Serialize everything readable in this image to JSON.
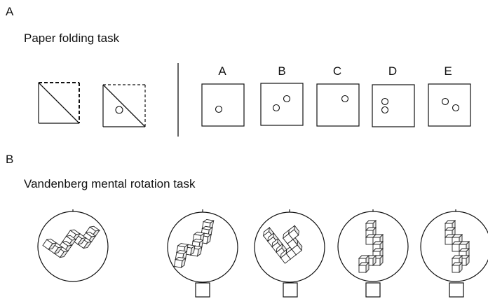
{
  "panel_a": {
    "label": "A",
    "title": "Paper folding task",
    "options": [
      "A",
      "B",
      "C",
      "D",
      "E"
    ]
  },
  "panel_b": {
    "label": "B",
    "title": "Vandenberg mental rotation task"
  }
}
